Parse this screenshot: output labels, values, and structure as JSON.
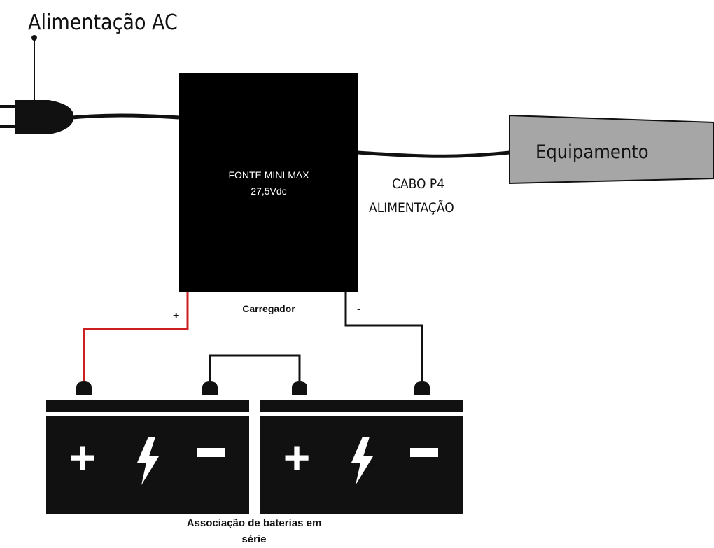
{
  "ac_input": {
    "label": "Alimentação  AC"
  },
  "power_supply": {
    "name_line1": "FONTE MINI MAX",
    "name_line2": "27,5Vdc",
    "role_label": "Carregador",
    "plus_label": "+",
    "minus_label": "-"
  },
  "cable": {
    "line1": "CABO P4",
    "line2": "ALIMENTAÇÃO"
  },
  "equipment": {
    "label": "Equipamento"
  },
  "batteries": {
    "caption_line1": "Associação de baterias em",
    "caption_line2": "série",
    "symbols": {
      "plus": "+",
      "minus": "−",
      "bolt": "bolt-icon"
    }
  },
  "colors": {
    "positive_wire": "#cc1f1f",
    "negative_wire": "#111111",
    "equipment_fill": "#a6a6a6",
    "block_fill": "#000000"
  }
}
